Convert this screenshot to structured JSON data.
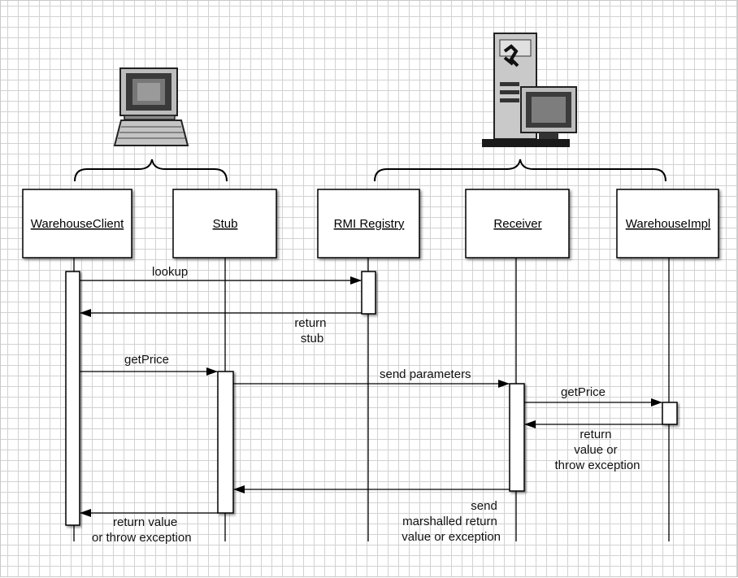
{
  "objects": [
    {
      "id": "client",
      "label": "WarehouseClient"
    },
    {
      "id": "stub",
      "label": "Stub"
    },
    {
      "id": "registry",
      "label": "RMI Registry"
    },
    {
      "id": "receiver",
      "label": "Receiver"
    },
    {
      "id": "impl",
      "label": "WarehouseImpl"
    }
  ],
  "messages": [
    {
      "id": "lookup",
      "lines": [
        "lookup"
      ]
    },
    {
      "id": "return-stub",
      "lines": [
        "return",
        "stub"
      ]
    },
    {
      "id": "getprice-client",
      "lines": [
        "getPrice"
      ]
    },
    {
      "id": "send-parameters",
      "lines": [
        "send parameters"
      ]
    },
    {
      "id": "getprice-receiver",
      "lines": [
        "getPrice"
      ]
    },
    {
      "id": "return-impl",
      "lines": [
        "return",
        "value or",
        "throw exception"
      ]
    },
    {
      "id": "send-marshalled",
      "lines": [
        "send",
        "marshalled return",
        "value or exception"
      ]
    },
    {
      "id": "return-client",
      "lines": [
        "return value",
        "or throw exception"
      ]
    }
  ],
  "icons": {
    "client_machine": "laptop-computer-icon",
    "server_machine": "server-tower-icon"
  }
}
